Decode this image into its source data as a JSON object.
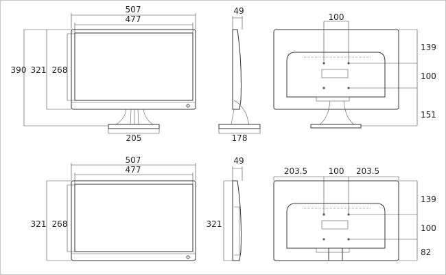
{
  "top_row": {
    "front": {
      "width_total": "507",
      "width_screen": "477",
      "height_total": "390",
      "height_panel": "321",
      "height_screen": "268",
      "base_width": "205"
    },
    "side": {
      "depth_panel": "49",
      "depth_base": "178"
    },
    "rear": {
      "vesa_h": "100",
      "top_to_vesa": "139",
      "vesa_v": "100",
      "vesa_to_bottom": "151"
    }
  },
  "bottom_row": {
    "front": {
      "width_total": "507",
      "width_screen": "477",
      "height_panel": "321",
      "height_screen": "268"
    },
    "side": {
      "depth_panel": "49",
      "height_panel": "321"
    },
    "rear": {
      "left_to_vesa": "203.5",
      "vesa_h": "100",
      "vesa_to_right": "203.5",
      "top_to_vesa": "139",
      "vesa_v": "100",
      "vesa_to_bottom": "82"
    }
  }
}
